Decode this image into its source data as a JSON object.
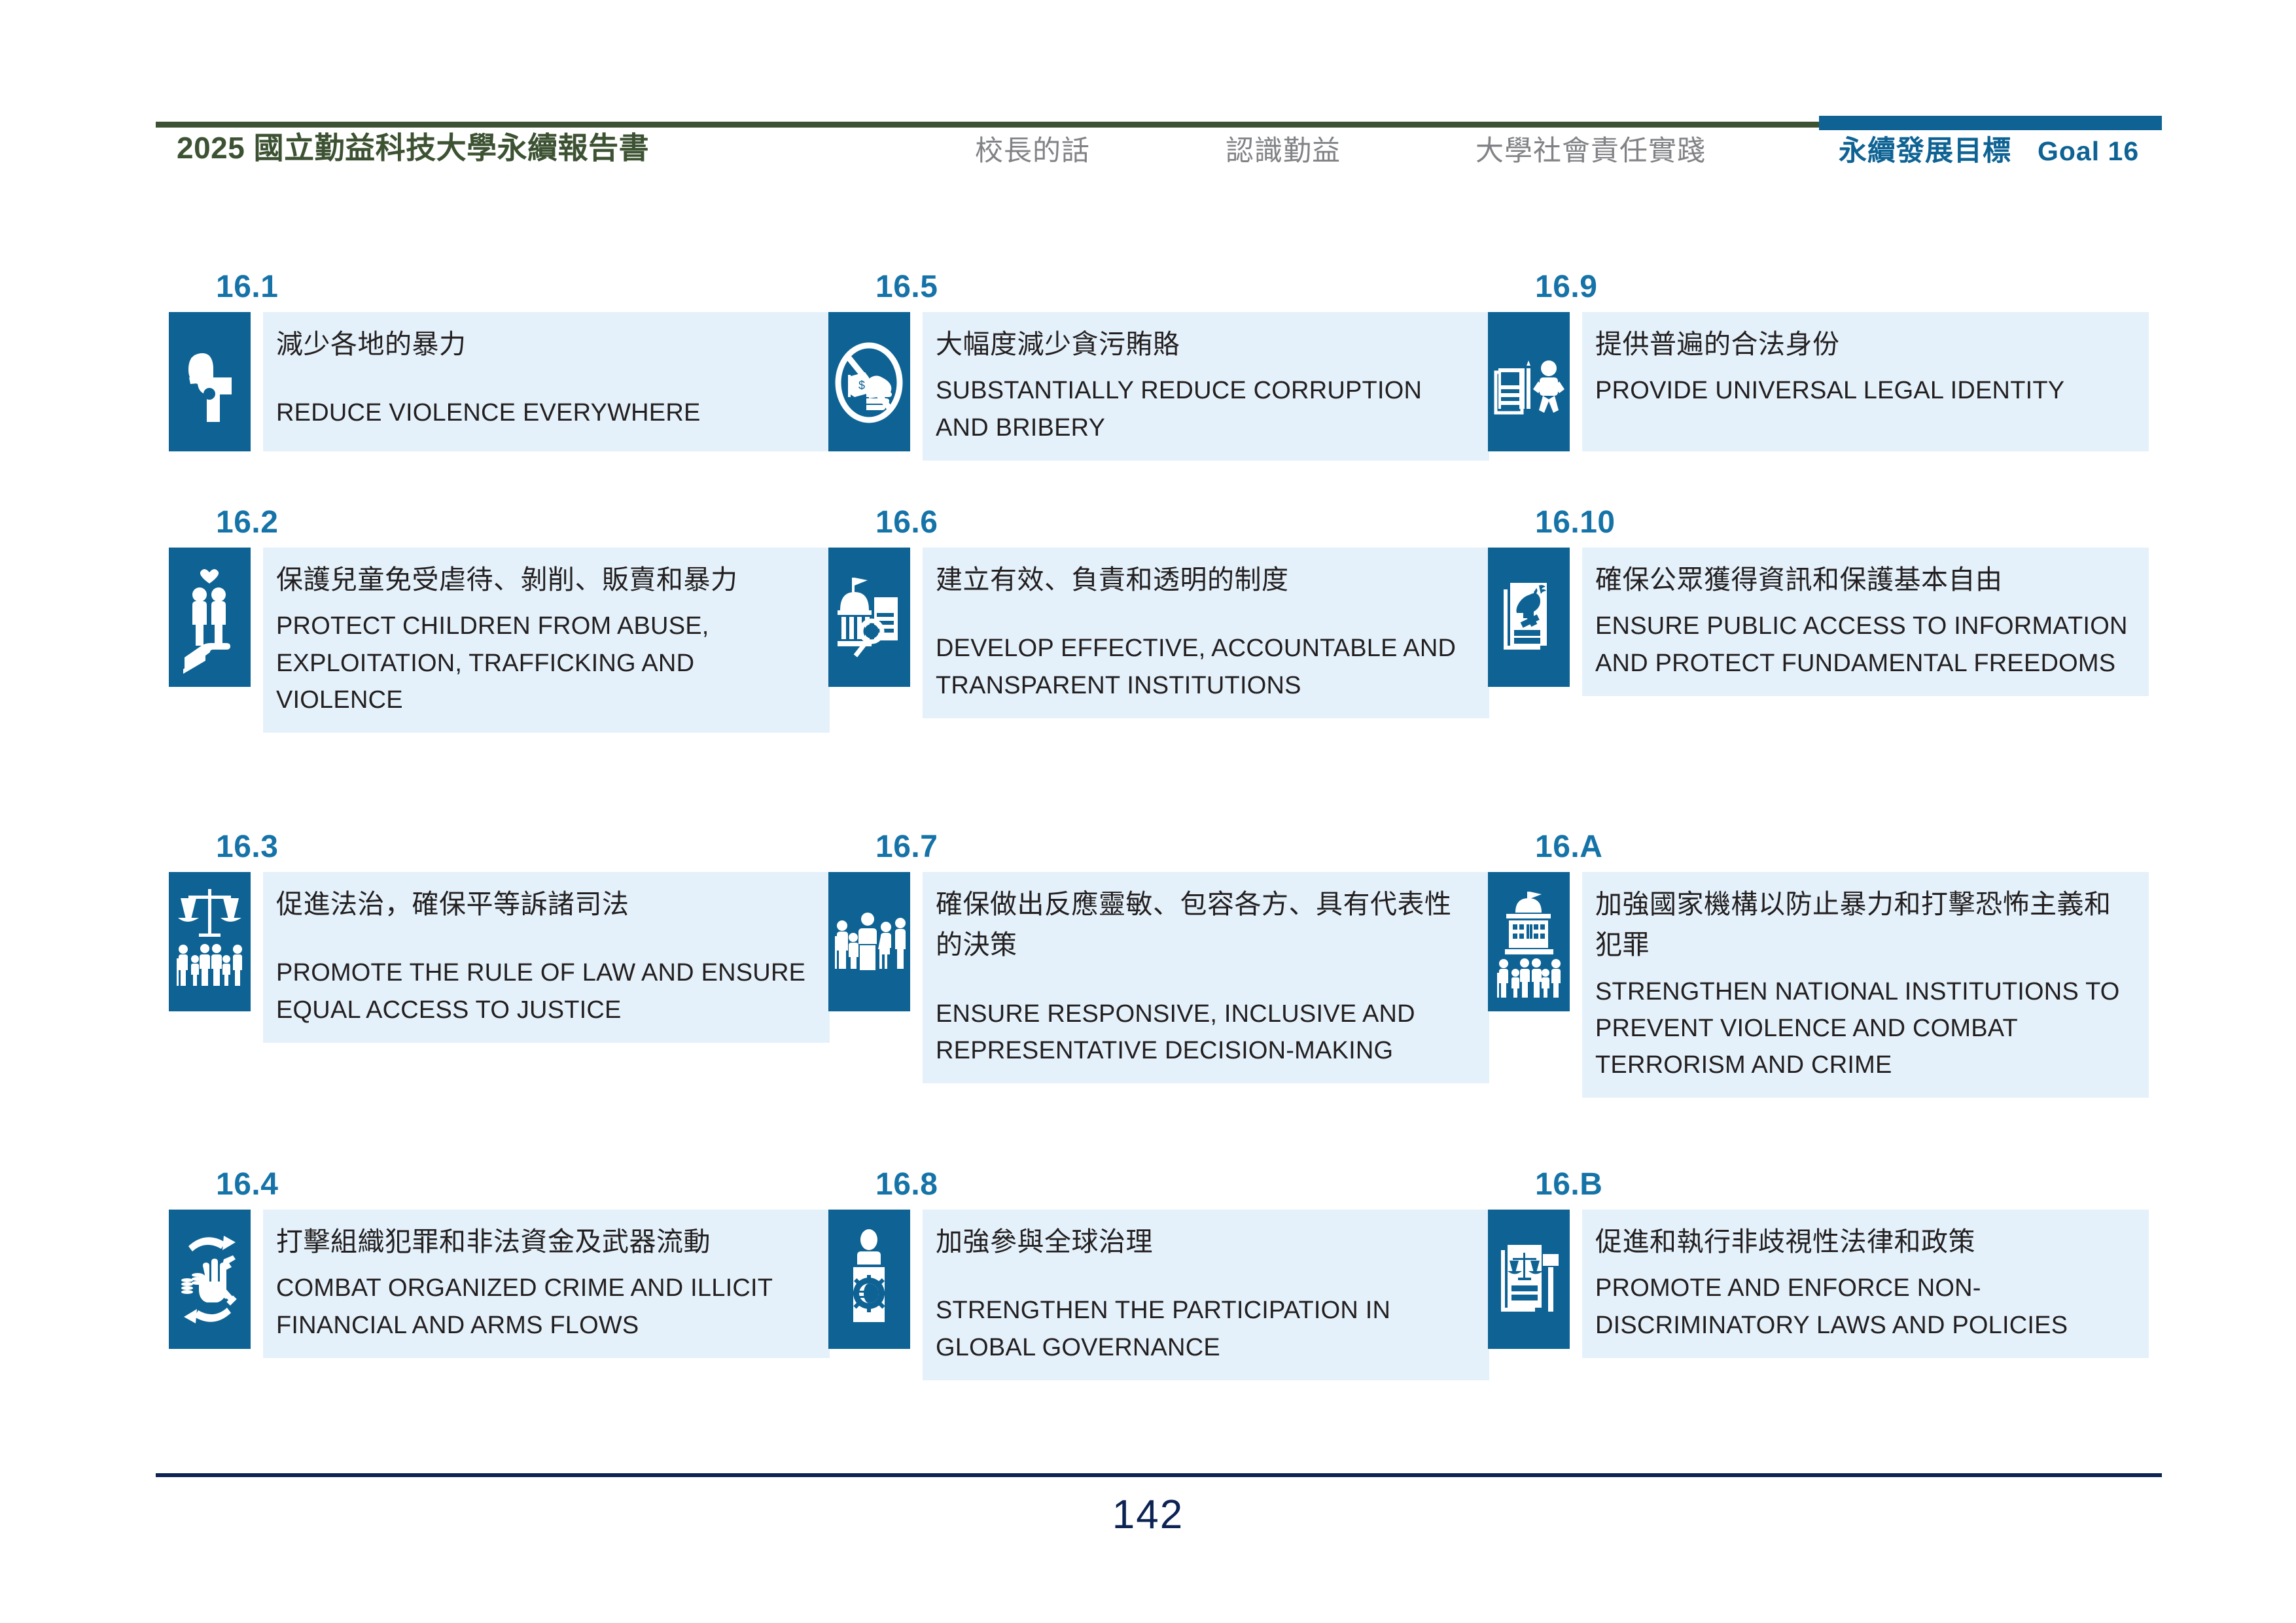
{
  "header": {
    "title": "2025 國立勤益科技大學永續報告書",
    "nav_items": [
      "校長的話",
      "認識勤益",
      "大學社會責任實踐"
    ],
    "active_nav": "永續發展目標",
    "active_goal": "Goal 16",
    "rule_color": "#3c5232",
    "active_color": "#0e6394"
  },
  "targets": [
    {
      "number": "16.1",
      "icon": "handgun-icon",
      "zh": "減少各地的暴力",
      "en": "REDUCE VIOLENCE EVERYWHERE"
    },
    {
      "number": "16.2",
      "icon": "children-in-hand-heart-icon",
      "zh": "保護兒童免受虐待、剝削、販賣和暴力",
      "en": "PROTECT CHILDREN FROM ABUSE, EXPLOITATION, TRAFFICKING AND VIOLENCE"
    },
    {
      "number": "16.3",
      "icon": "scales-of-justice-people-icon",
      "zh": "促進法治，確保平等訴諸司法",
      "en": "PROMOTE THE RULE OF LAW AND ENSURE EQUAL ACCESS TO JUSTICE"
    },
    {
      "number": "16.4",
      "icon": "stop-hand-coins-weapons-icon",
      "zh": "打擊組織犯罪和非法資金及武器流動",
      "en": "COMBAT ORGANIZED CRIME AND ILLICIT FINANCIAL AND ARMS FLOWS"
    },
    {
      "number": "16.5",
      "icon": "no-bribery-icon",
      "zh": "大幅度減少貪污賄賂",
      "en": "SUBSTANTIALLY REDUCE CORRUPTION AND BRIBERY"
    },
    {
      "number": "16.6",
      "icon": "institution-magnifier-icon",
      "zh": "建立有效、負責和透明的制度",
      "en": "DEVELOP EFFECTIVE, ACCOUNTABLE AND TRANSPARENT INSTITUTIONS"
    },
    {
      "number": "16.7",
      "icon": "podium-people-icon",
      "zh": "確保做出反應靈敏、包容各方、具有代表性的決策",
      "en": "ENSURE RESPONSIVE, INCLUSIVE AND REPRESENTATIVE DECISION-MAKING"
    },
    {
      "number": "16.8",
      "icon": "speaker-globe-gear-icon",
      "zh": "加強參與全球治理",
      "en": "STRENGTHEN THE PARTICIPATION IN GLOBAL GOVERNANCE"
    },
    {
      "number": "16.9",
      "icon": "birth-registration-icon",
      "zh": "提供普遍的合法身份",
      "en": "PROVIDE UNIVERSAL LEGAL IDENTITY"
    },
    {
      "number": "16.10",
      "icon": "dove-gavel-document-icon",
      "zh": "確保公眾獲得資訊和保護基本自由",
      "en": "ENSURE PUBLIC ACCESS TO INFORMATION AND PROTECT FUNDAMENTAL FREEDOMS"
    },
    {
      "number": "16.A",
      "icon": "capitol-family-icon",
      "zh": "加強國家機構以防止暴力和打擊恐怖主義和犯罪",
      "en": "STRENGTHEN NATIONAL INSTITUTIONS TO PREVENT VIOLENCE AND COMBAT TERRORISM AND CRIME"
    },
    {
      "number": "16.B",
      "icon": "scales-gavel-document-icon",
      "zh": "促進和執行非歧視性法律和政策",
      "en": "PROMOTE AND ENFORCE NON-DISCRIMINATORY LAWS AND POLICIES"
    }
  ],
  "footer": {
    "page_number": "142",
    "rule_color": "#0d2353"
  },
  "colors": {
    "icon_tile": "#0e6394",
    "panel_bg": "#e4f1fa",
    "number_blue": "#1573a8",
    "title_green": "#3c5232"
  }
}
